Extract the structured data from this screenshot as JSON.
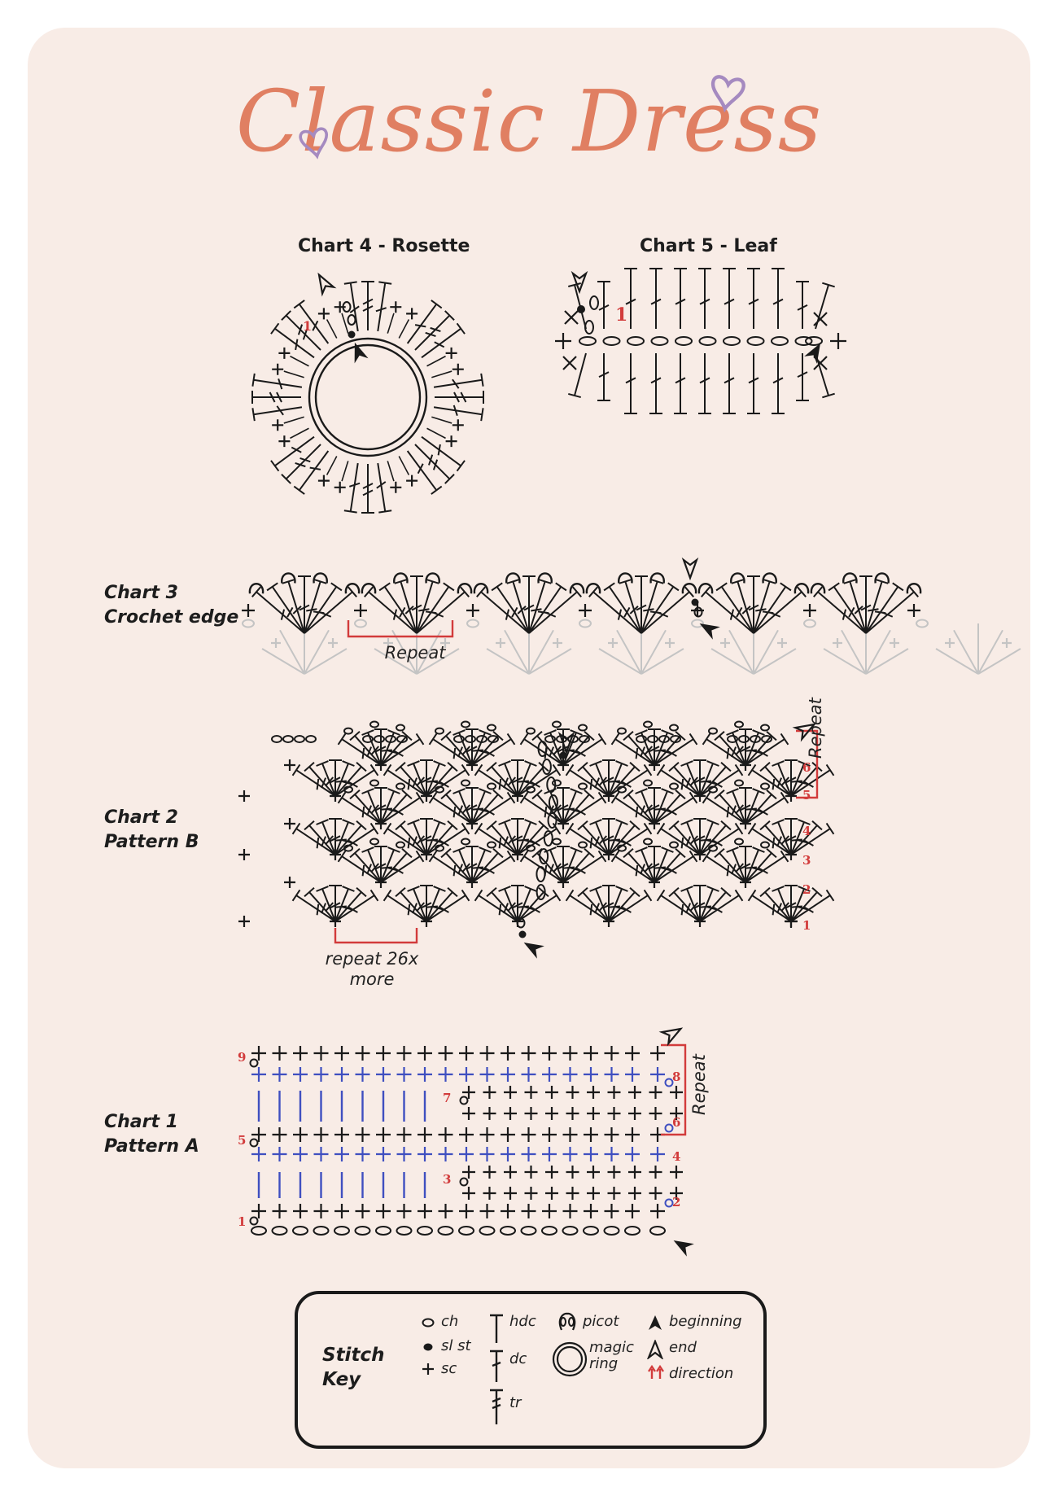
{
  "title": "Classic Dress",
  "charts": {
    "rosette": "Chart 4 - Rosette",
    "leaf": "Chart 5 - Leaf",
    "edge_l1": "Chart 3",
    "edge_l2": "Crochet edge",
    "patb_l1": "Chart 2",
    "patb_l2": "Pattern B",
    "pata_l1": "Chart 1",
    "pata_l2": "Pattern A"
  },
  "notes": {
    "edge_repeat": "Repeat",
    "b_repeat": "Repeat",
    "b_repeat_more_1": "repeat 26x",
    "b_repeat_more_2": "more",
    "a_repeat": "Repeat"
  },
  "row_numbers": {
    "rosette_round": "1",
    "leaf_round": "1",
    "chart2": [
      "1",
      "2",
      "3",
      "4",
      "5",
      "6"
    ],
    "chart1_left": [
      "1",
      "5",
      "9"
    ],
    "chart1_inner": [
      "3",
      "7"
    ],
    "chart1_right": [
      "2",
      "4",
      "6",
      "8"
    ]
  },
  "key": {
    "title_1": "Stitch",
    "title_2": "Key",
    "ch": "ch",
    "slst": "sl st",
    "sc": "sc",
    "hdc": "hdc",
    "dc": "dc",
    "tr": "tr",
    "picot": "picot",
    "ring_1": "magic",
    "ring_2": "ring",
    "beginning": "beginning",
    "end": "end",
    "direction": "direction"
  },
  "colors": {
    "title": "#e07f62",
    "heart": "#a58ac0",
    "ink": "#1a1a1a",
    "repeat_red": "#d23b3b",
    "row_blue": "#3f4fc0",
    "ghost_grey": "#c4c4c4",
    "background": "#f8ece6"
  }
}
